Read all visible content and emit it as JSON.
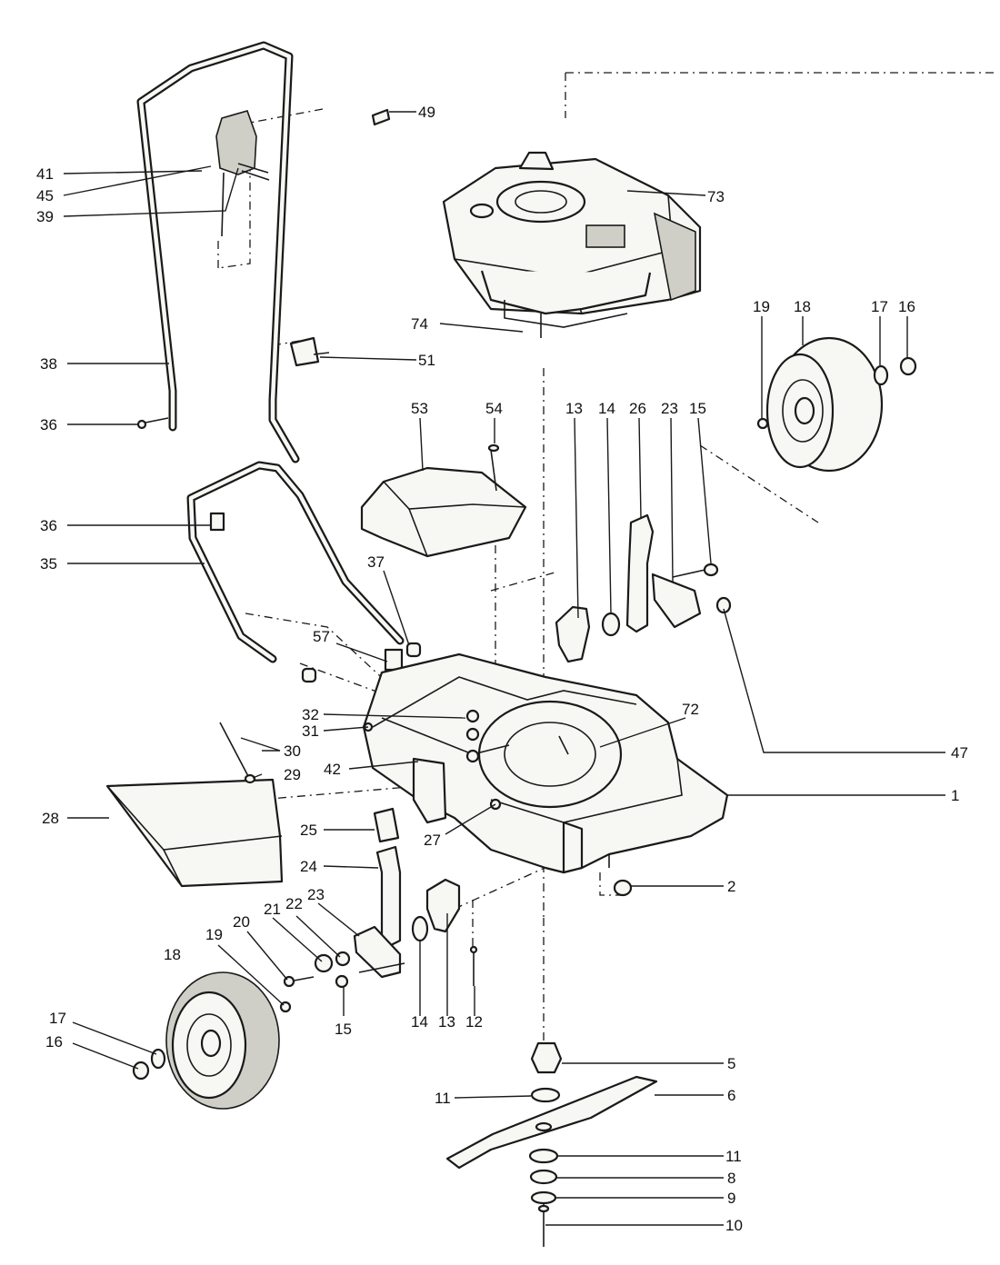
{
  "callouts": [
    {
      "id": "c49",
      "number": "49"
    },
    {
      "id": "c41",
      "number": "41"
    },
    {
      "id": "c45",
      "number": "45"
    },
    {
      "id": "c39",
      "number": "39"
    },
    {
      "id": "c73",
      "number": "73"
    },
    {
      "id": "c74",
      "number": "74"
    },
    {
      "id": "c19a",
      "number": "19"
    },
    {
      "id": "c18a",
      "number": "18"
    },
    {
      "id": "c17a",
      "number": "17"
    },
    {
      "id": "c16a",
      "number": "16"
    },
    {
      "id": "c38",
      "number": "38"
    },
    {
      "id": "c51",
      "number": "51"
    },
    {
      "id": "c36a",
      "number": "36"
    },
    {
      "id": "c53",
      "number": "53"
    },
    {
      "id": "c54",
      "number": "54"
    },
    {
      "id": "c13a",
      "number": "13"
    },
    {
      "id": "c14a",
      "number": "14"
    },
    {
      "id": "c26",
      "number": "26"
    },
    {
      "id": "c23a",
      "number": "23"
    },
    {
      "id": "c15a",
      "number": "15"
    },
    {
      "id": "c36b",
      "number": "36"
    },
    {
      "id": "c35",
      "number": "35"
    },
    {
      "id": "c37",
      "number": "37"
    },
    {
      "id": "c57",
      "number": "57"
    },
    {
      "id": "c32",
      "number": "32"
    },
    {
      "id": "c31",
      "number": "31"
    },
    {
      "id": "c72",
      "number": "72"
    },
    {
      "id": "c47",
      "number": "47"
    },
    {
      "id": "c30",
      "number": "30"
    },
    {
      "id": "c42",
      "number": "42"
    },
    {
      "id": "c29",
      "number": "29"
    },
    {
      "id": "c1",
      "number": "1"
    },
    {
      "id": "c28",
      "number": "28"
    },
    {
      "id": "c25",
      "number": "25"
    },
    {
      "id": "c27",
      "number": "27"
    },
    {
      "id": "c24",
      "number": "24"
    },
    {
      "id": "c2",
      "number": "2"
    },
    {
      "id": "c20",
      "number": "20"
    },
    {
      "id": "c21",
      "number": "21"
    },
    {
      "id": "c22",
      "number": "22"
    },
    {
      "id": "c23b",
      "number": "23"
    },
    {
      "id": "c19b",
      "number": "19"
    },
    {
      "id": "c18b",
      "number": "18"
    },
    {
      "id": "c15b",
      "number": "15"
    },
    {
      "id": "c14b",
      "number": "14"
    },
    {
      "id": "c13b",
      "number": "13"
    },
    {
      "id": "c12",
      "number": "12"
    },
    {
      "id": "c17b",
      "number": "17"
    },
    {
      "id": "c16b",
      "number": "16"
    },
    {
      "id": "c5",
      "number": "5"
    },
    {
      "id": "c11a",
      "number": "11"
    },
    {
      "id": "c6",
      "number": "6"
    },
    {
      "id": "c11b",
      "number": "11"
    },
    {
      "id": "c8",
      "number": "8"
    },
    {
      "id": "c9",
      "number": "9"
    },
    {
      "id": "c10",
      "number": "10"
    }
  ]
}
